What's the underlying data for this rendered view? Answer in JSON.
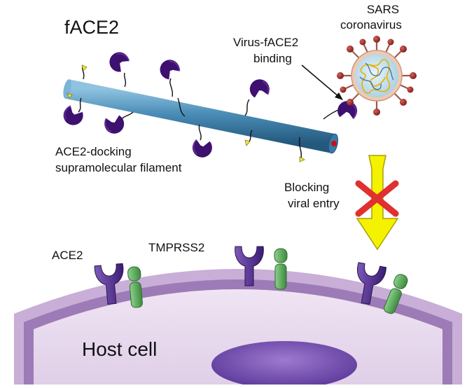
{
  "labels": {
    "face2": "fACE2",
    "sars_line1": "SARS",
    "sars_line2": "coronavirus",
    "binding_line1": "Virus-fACE2",
    "binding_line2": "binding",
    "filament_line1": "ACE2-docking",
    "filament_line2": "supramolecular filament",
    "blocking_line1": "Blocking",
    "blocking_line2": "viral entry",
    "ace2": "ACE2",
    "tmprss2": "TMPRSS2",
    "host_cell": "Host cell"
  },
  "colors": {
    "filament": "#4a8db7",
    "ace2_purple": "#3e1070",
    "docking_tag": "#f2e93a",
    "virus_spike": "#a02820",
    "virus_core": "#c9e3f0",
    "membrane": "#b596c8",
    "cytoplasm": "#e6d7ec",
    "nucleus": "#7f55bb",
    "tmprss2_green": "#5aa55a",
    "arrow_yellow": "#f5f200",
    "block_x": "#e03030"
  }
}
